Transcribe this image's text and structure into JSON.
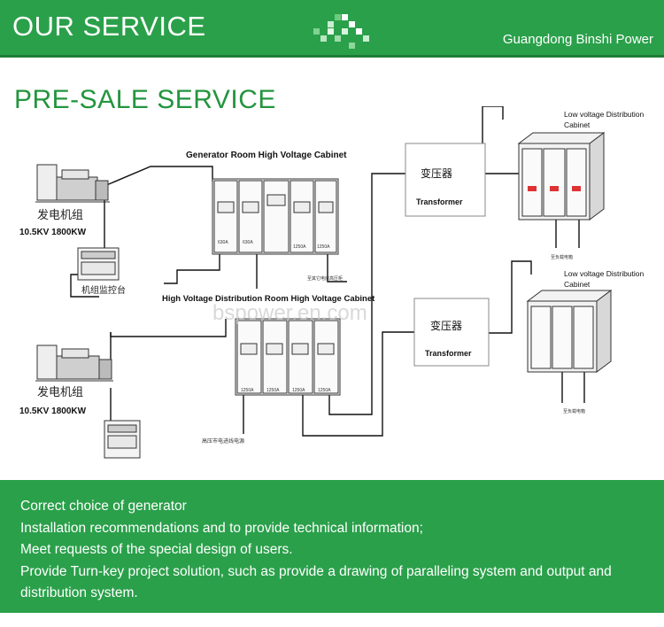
{
  "header": {
    "title": "OUR SERVICE",
    "company": "Guangdong Binshi Power"
  },
  "section_title": "PRE-SALE SERVICE",
  "diagram": {
    "gen_room_cabinet_label": "Generator Room High Voltage Cabinet",
    "dist_room_cabinet_label": "High Voltage Distribution Room High Voltage Cabinet",
    "generator_1_cn": "发电机组",
    "generator_1_spec": "10.5KV 1800KW",
    "generator_2_cn": "发电机组",
    "generator_2_spec": "10.5KV 1800KW",
    "control_panel_cn": "机组监控台",
    "transformer_1_cn": "变压器",
    "transformer_1_en": "Transformer",
    "transformer_2_cn": "变压器",
    "transformer_2_en": "Transformer",
    "lv_cabinet_1": [
      "Low voltage Distribution",
      "Cabinet"
    ],
    "lv_cabinet_2": [
      "Low voltage Distribution",
      "Cabinet"
    ],
    "lv_load_1_cn": "至负载电箱",
    "lv_load_2_cn": "至负载电箱",
    "gen_room_outgoing_cn": "至其它电房高压柜",
    "grid_supply_cn": "高压市电进线电源",
    "gen_room_panel_ratings": [
      "630A",
      "630A",
      "",
      "1250A",
      "1250A"
    ],
    "dist_room_panel_ratings": [
      "1250A",
      "1250A",
      "1250A",
      "1250A"
    ],
    "watermark": "bspower.en.com"
  },
  "services": [
    "Correct choice of generator",
    "Installation recommendations and to provide technical information;",
    "Meet requests of the special design of users.",
    "Provide Turn-key project solution, such as provide a drawing of paralleling system and output and distribution system."
  ]
}
